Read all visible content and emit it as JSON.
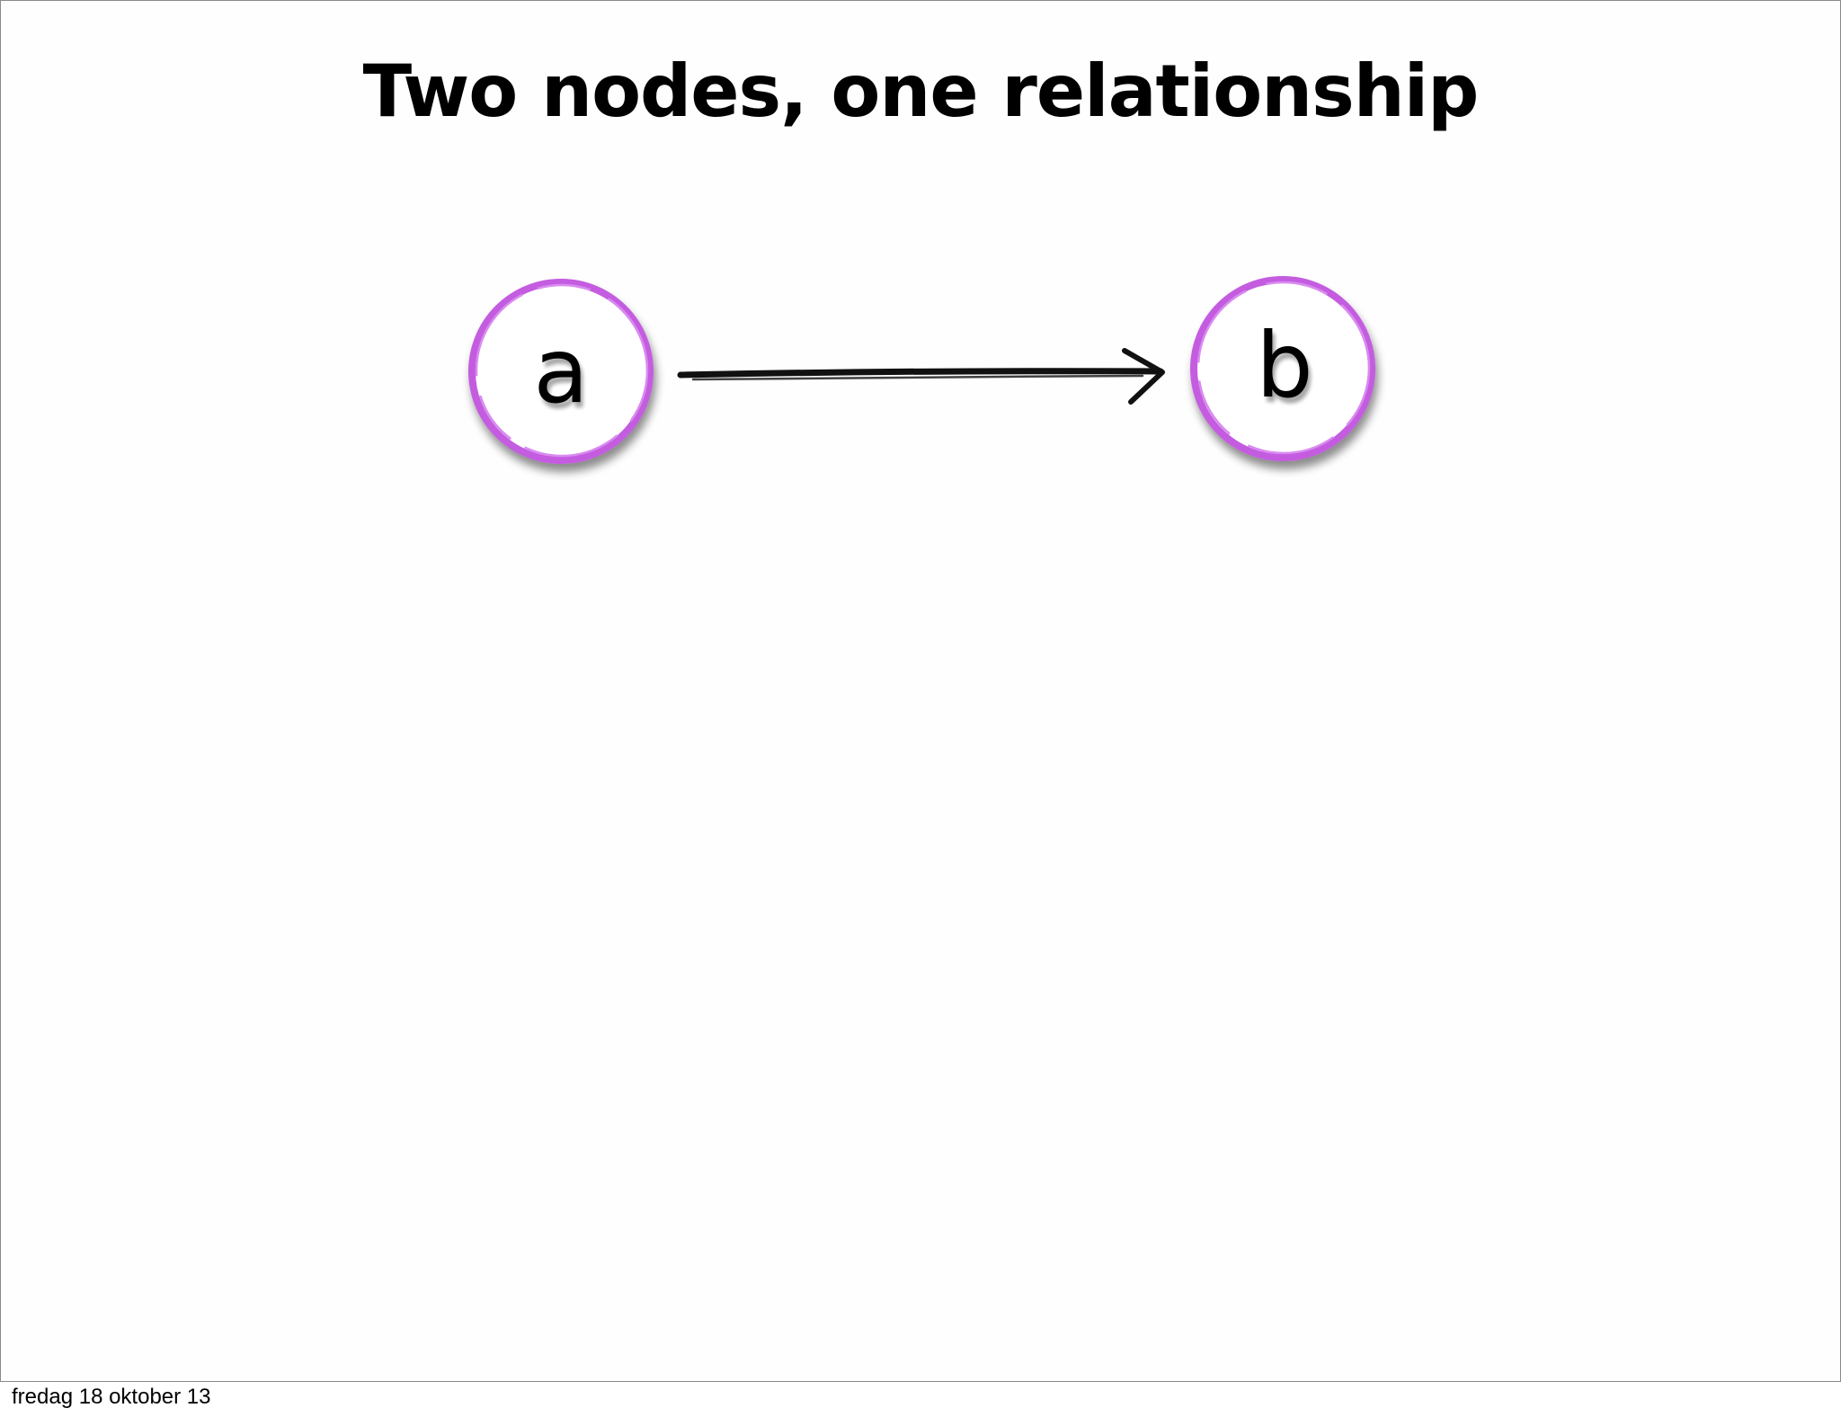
{
  "slide": {
    "title": "Two nodes, one relationship",
    "footer": "fredag 18 oktober 13"
  },
  "diagram": {
    "nodes": [
      {
        "id": "a",
        "label": "a"
      },
      {
        "id": "b",
        "label": "b"
      }
    ],
    "edges": [
      {
        "from": "a",
        "to": "b",
        "directed": true
      }
    ],
    "colors": {
      "node_stroke": "#c45be0",
      "edge": "#111111"
    }
  }
}
